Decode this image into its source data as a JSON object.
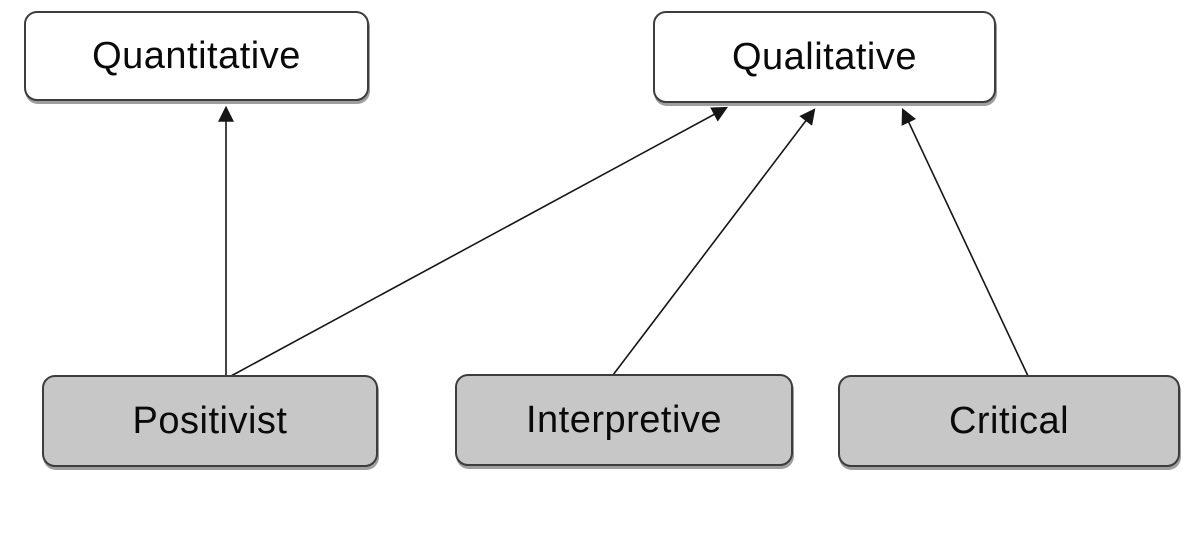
{
  "diagram": {
    "description": "Research paradigms mapped to research method types",
    "nodes": [
      {
        "id": "quantitative",
        "label": "Quantitative",
        "type": "method",
        "fill": "#ffffff"
      },
      {
        "id": "qualitative",
        "label": "Qualitative",
        "type": "method",
        "fill": "#ffffff"
      },
      {
        "id": "positivist",
        "label": "Positivist",
        "type": "paradigm",
        "fill": "#c7c7c7"
      },
      {
        "id": "interpretive",
        "label": "Interpretive",
        "type": "paradigm",
        "fill": "#c7c7c7"
      },
      {
        "id": "critical",
        "label": "Critical",
        "type": "paradigm",
        "fill": "#c7c7c7"
      }
    ],
    "edges": [
      {
        "from": "positivist",
        "to": "quantitative"
      },
      {
        "from": "positivist",
        "to": "qualitative"
      },
      {
        "from": "interpretive",
        "to": "qualitative"
      },
      {
        "from": "critical",
        "to": "qualitative"
      }
    ],
    "colors": {
      "background": "#ffffff",
      "node_border": "#3d3d3d",
      "method_fill": "#ffffff",
      "paradigm_fill": "#c7c7c7",
      "arrow": "#161616",
      "shadow": "#9e9e9e"
    }
  }
}
